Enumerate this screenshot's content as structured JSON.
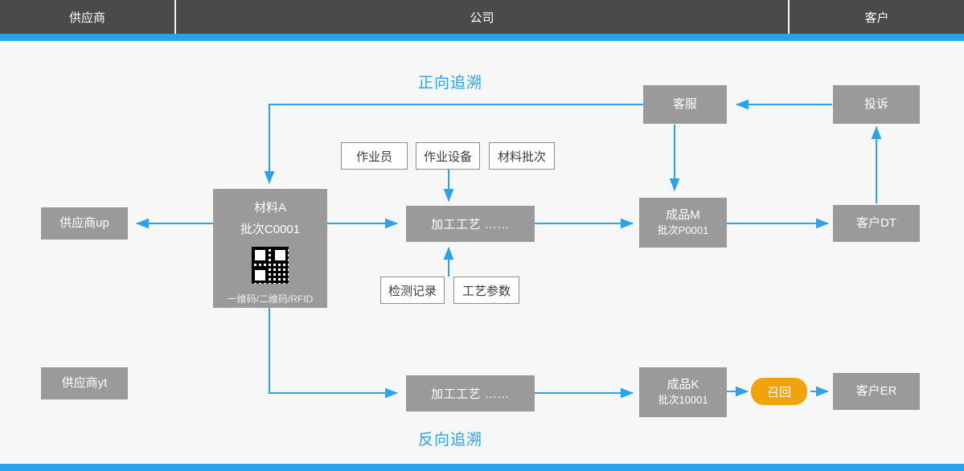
{
  "header": {
    "columns": [
      {
        "label": "供应商",
        "name": "header-supplier"
      },
      {
        "label": "公司",
        "name": "header-company"
      },
      {
        "label": "客户",
        "name": "header-customer"
      }
    ]
  },
  "labels": {
    "forward": "正向追溯",
    "backward": "反向追溯"
  },
  "nodes": {
    "supplier_up": "供应商up",
    "supplier_yt": "供应商yt",
    "material": {
      "title": "材料A",
      "batch": "批次C0001",
      "code_types": "一维码/二维码/RFID"
    },
    "operator": "作业员",
    "equipment": "作业设备",
    "material_batch": "材料批次",
    "inspection_record": "检测记录",
    "process_param": "工艺参数",
    "process_top": "加工工艺  ……",
    "process_bottom": "加工工艺  ……",
    "product_m": {
      "title": "成品M",
      "batch": "批次P0001"
    },
    "product_k": {
      "title": "成品K",
      "batch": "批次10001"
    },
    "customer_service": "客服",
    "complaint": "投诉",
    "customer_dt": "客户DT",
    "customer_er": "客户ER",
    "recall": "召回"
  },
  "colors": {
    "accent": "#29a3ec",
    "node": "#9a9a9a",
    "header": "#4a4a4a",
    "recall": "#f0a30a"
  },
  "chart_data": {
    "type": "diagram",
    "title": "产品追溯流程图",
    "edges": [
      {
        "from": "customer_service",
        "to": "material",
        "kind": "forward-trace"
      },
      {
        "from": "complaint",
        "to": "customer_service"
      },
      {
        "from": "customer_service",
        "to": "product_m"
      },
      {
        "from": "material",
        "to": "supplier_up"
      },
      {
        "from": "material",
        "to": "process_top"
      },
      {
        "from": "process_top",
        "to": "product_m"
      },
      {
        "from": "product_m",
        "to": "customer_dt"
      },
      {
        "from": "customer_dt",
        "to": "complaint"
      },
      {
        "from": "equipment",
        "to": "process_top"
      },
      {
        "from": "inspection_record",
        "to": "process_top"
      },
      {
        "from": "material",
        "to": "process_bottom",
        "kind": "backward-trace"
      },
      {
        "from": "process_bottom",
        "to": "product_k"
      },
      {
        "from": "product_k",
        "to": "recall"
      },
      {
        "from": "recall",
        "to": "customer_er"
      }
    ]
  }
}
